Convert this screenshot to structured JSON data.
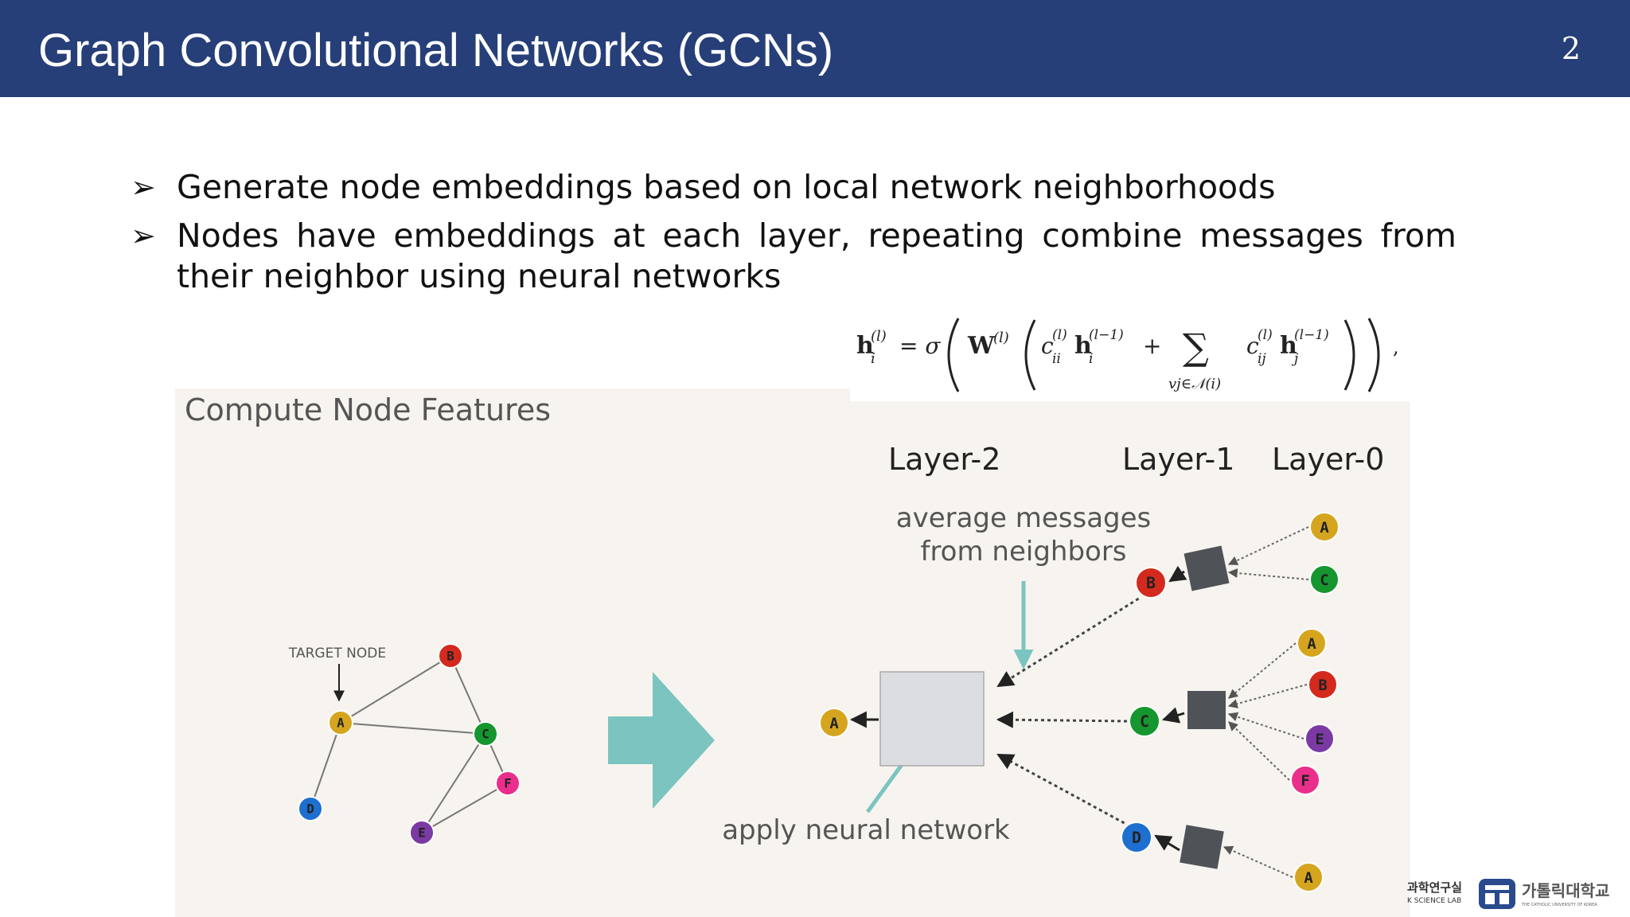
{
  "slide": {
    "title": "Graph Convolutional Networks (GCNs)",
    "page_number": "2",
    "bullets": [
      "Generate node embeddings based on local network neighborhoods",
      "Nodes have embeddings at each layer, repeating combine messages from their neighbor using neural networks"
    ],
    "bullet_marker": "➢"
  },
  "formula": {
    "lhs_base": "h",
    "lhs_sub": "i",
    "lhs_sup": "(l)",
    "eq_sigma": "= σ",
    "weight": "W",
    "weight_sup": "(l)",
    "term1": "c",
    "term1_sub": "ii",
    "term1_sup": "(l)",
    "term1_h": "h",
    "term1_h_sub": "i",
    "term1_h_sup": "(l−1)",
    "plus": "+",
    "sum": "∑",
    "sum_under": "vj∈𝒩(i)",
    "term2": "c",
    "term2_sub": "ij",
    "term2_sup": "(l)",
    "term2_h": "h",
    "term2_h_sub": "j",
    "term2_h_sup": "(l−1)",
    "trail": ","
  },
  "figure": {
    "title": "Compute Node Features",
    "target_label": "TARGET NODE",
    "layer_labels": [
      "Layer-2",
      "Layer-1",
      "Layer-0"
    ],
    "avg_label_line1": "average messages",
    "avg_label_line2": "from neighbors",
    "nn_label": "apply neural network",
    "node_colors": {
      "A": "#d6a520",
      "B": "#d42a1e",
      "C": "#16962e",
      "D": "#1d6fd0",
      "E": "#7b3aa3",
      "F": "#ea2e8c"
    },
    "graph_nodes": [
      "A",
      "B",
      "C",
      "D",
      "E",
      "F"
    ],
    "tree_nodes": {
      "root": "A",
      "layer1": [
        "B",
        "C",
        "D"
      ],
      "layer0_B": [
        "A",
        "C"
      ],
      "layer0_C": [
        "A",
        "B",
        "E",
        "F"
      ],
      "layer0_D": [
        "A"
      ]
    },
    "accent_color": "#7cc4c0"
  },
  "logo": {
    "lab_text_top": "과학연구실",
    "lab_text_bottom": "K SCIENCE LAB",
    "university": "가톨릭대학교",
    "university_sub": "THE CATHOLIC UNIVERSITY OF KOREA"
  }
}
